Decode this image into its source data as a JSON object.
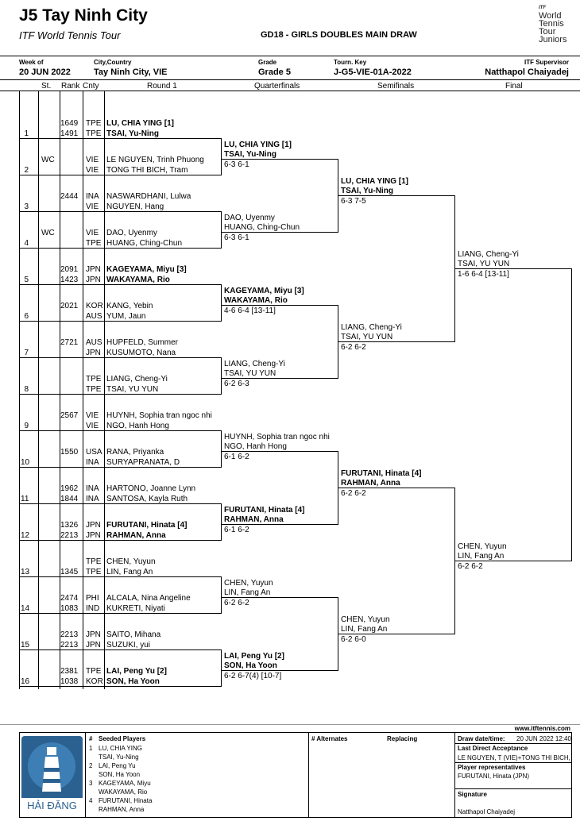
{
  "header": {
    "title": "J5 Tay Ninh City",
    "subtitle": "ITF World Tennis Tour",
    "draw_title": "GD18 - GIRLS DOUBLES MAIN DRAW",
    "logo": {
      "itf": "ITF",
      "line1": "World",
      "line2": "Tennis",
      "line3": "Tour",
      "line4": "Juniors"
    },
    "week_label": "Week of",
    "week": "20 JUN 2022",
    "city_label": "City,Country",
    "city": "Tay Ninh City, VIE",
    "grade_label": "Grade",
    "grade": "Grade 5",
    "key_label": "Tourn. Key",
    "key": "J-G5-VIE-01A-2022",
    "sup_label": "ITF Supervisor",
    "supervisor": "Natthapol Chaiyadej"
  },
  "columns": {
    "st": "St.",
    "rank": "Rank",
    "cnty": "Cnty",
    "r1": "Round 1",
    "qf": "Quarterfinals",
    "sf": "Semifinals",
    "f": "Final"
  },
  "entries": [
    {
      "no": "1",
      "st": "",
      "r1": "1649",
      "c1": "TPE",
      "p1": "LU, CHIA YING [1]",
      "r2": "1491",
      "c2": "TPE",
      "p2": "TSAI, Yu-Ning",
      "bold": true
    },
    {
      "no": "2",
      "st": "WC",
      "r1": "",
      "c1": "VIE",
      "p1": "LE NGUYEN, Trinh Phuong",
      "r2": "",
      "c2": "VIE",
      "p2": "TONG THI BICH, Tram",
      "bold": false
    },
    {
      "no": "3",
      "st": "",
      "r1": "2444",
      "c1": "INA",
      "p1": "NASWARDHANI, Lulwa",
      "r2": "",
      "c2": "VIE",
      "p2": "NGUYEN, Hang",
      "bold": false
    },
    {
      "no": "4",
      "st": "WC",
      "r1": "",
      "c1": "VIE",
      "p1": "DAO, Uyenmy",
      "r2": "",
      "c2": "TPE",
      "p2": "HUANG, Ching-Chun",
      "bold": false
    },
    {
      "no": "5",
      "st": "",
      "r1": "2091",
      "c1": "JPN",
      "p1": "KAGEYAMA, Miyu [3]",
      "r2": "1423",
      "c2": "JPN",
      "p2": "WAKAYAMA, Rio",
      "bold": true
    },
    {
      "no": "6",
      "st": "",
      "r1": "2021",
      "c1": "KOR",
      "p1": "KANG, Yebin",
      "r2": "",
      "c2": "AUS",
      "p2": "YUM, Jaun",
      "bold": false
    },
    {
      "no": "7",
      "st": "",
      "r1": "2721",
      "c1": "AUS",
      "p1": "HUPFELD, Summer",
      "r2": "",
      "c2": "JPN",
      "p2": "KUSUMOTO, Nana",
      "bold": false
    },
    {
      "no": "8",
      "st": "",
      "r1": "",
      "c1": "TPE",
      "p1": "LIANG, Cheng-Yi",
      "r2": "",
      "c2": "TPE",
      "p2": "TSAI, YU YUN",
      "bold": false
    },
    {
      "no": "9",
      "st": "",
      "r1": "2567",
      "c1": "VIE",
      "p1": "HUYNH, Sophia tran ngoc nhi",
      "r2": "",
      "c2": "VIE",
      "p2": "NGO, Hanh Hong",
      "bold": false
    },
    {
      "no": "10",
      "st": "",
      "r1": "1550",
      "c1": "USA",
      "p1": "RANA, Priyanka",
      "r2": "",
      "c2": "INA",
      "p2": "SURYAPRANATA, D",
      "bold": false
    },
    {
      "no": "11",
      "st": "",
      "r1": "1962",
      "c1": "INA",
      "p1": "HARTONO, Joanne Lynn",
      "r2": "1844",
      "c2": "INA",
      "p2": "SANTOSA, Kayla Ruth",
      "bold": false
    },
    {
      "no": "12",
      "st": "",
      "r1": "1326",
      "c1": "JPN",
      "p1": "FURUTANI, Hinata [4]",
      "r2": "2213",
      "c2": "JPN",
      "p2": "RAHMAN, Anna",
      "bold": true
    },
    {
      "no": "13",
      "st": "",
      "r1": "",
      "c1": "TPE",
      "p1": "CHEN, Yuyun",
      "r2": "1345",
      "c2": "TPE",
      "p2": "LIN, Fang An",
      "bold": false
    },
    {
      "no": "14",
      "st": "",
      "r1": "2474",
      "c1": "PHI",
      "p1": "ALCALA, Nina Angeline",
      "r2": "1083",
      "c2": "IND",
      "p2": "KUKRETI, Niyati",
      "bold": false
    },
    {
      "no": "15",
      "st": "",
      "r1": "2213",
      "c1": "JPN",
      "p1": "SAITO, Mihana",
      "r2": "2213",
      "c2": "JPN",
      "p2": "SUZUKI, yui",
      "bold": false
    },
    {
      "no": "16",
      "st": "",
      "r1": "2381",
      "c1": "TPE",
      "p1": "LAI, Peng Yu [2]",
      "r2": "1038",
      "c2": "KOR",
      "p2": "SON, Ha Yoon",
      "bold": true
    }
  ],
  "qf": [
    {
      "p1": "LU, CHIA YING [1]",
      "p2": "TSAI, Yu-Ning",
      "score": "6-3 6-1",
      "bold": true
    },
    {
      "p1": "DAO, Uyenmy",
      "p2": "HUANG, Ching-Chun",
      "score": "6-3 6-1",
      "bold": false
    },
    {
      "p1": "KAGEYAMA, Miyu [3]",
      "p2": "WAKAYAMA, Rio",
      "score": "4-6 6-4 [13-11]",
      "bold": true
    },
    {
      "p1": "LIANG, Cheng-Yi",
      "p2": "TSAI, YU YUN",
      "score": "6-2 6-3",
      "bold": false
    },
    {
      "p1": "HUYNH, Sophia tran ngoc nhi",
      "p2": "NGO, Hanh Hong",
      "score": "6-1 6-2",
      "bold": false
    },
    {
      "p1": "FURUTANI, Hinata [4]",
      "p2": "RAHMAN, Anna",
      "score": "6-1 6-2",
      "bold": true
    },
    {
      "p1": "CHEN, Yuyun",
      "p2": "LIN, Fang An",
      "score": "6-2 6-2",
      "bold": false
    },
    {
      "p1": "LAI, Peng Yu [2]",
      "p2": "SON, Ha Yoon",
      "score": "6-2 6-7(4) [10-7]",
      "bold": true
    }
  ],
  "sf": [
    {
      "p1": "LU, CHIA YING [1]",
      "p2": "TSAI, Yu-Ning",
      "score": "6-3 7-5",
      "bold": true
    },
    {
      "p1": "LIANG, Cheng-Yi",
      "p2": "TSAI, YU YUN",
      "score": "6-2 6-2",
      "bold": false
    },
    {
      "p1": "FURUTANI, Hinata [4]",
      "p2": "RAHMAN, Anna",
      "score": "6-2 6-2",
      "bold": true
    },
    {
      "p1": "CHEN, Yuyun",
      "p2": "LIN, Fang An",
      "score": "6-2 6-0",
      "bold": false
    }
  ],
  "final": [
    {
      "p1": "LIANG, Cheng-Yi",
      "p2": "TSAI, YU YUN",
      "score": "1-6 6-4 [13-11]"
    },
    {
      "p1": "CHEN, Yuyun",
      "p2": "LIN, Fang An",
      "score": "6-2 6-2"
    }
  ],
  "footer": {
    "website": "www.itftennis.com",
    "seeded_title": "Seeded Players",
    "hash": "#",
    "seeds": [
      {
        "n": "1",
        "a": "LU, CHIA YING",
        "b": "TSAI, Yu-Ning"
      },
      {
        "n": "2",
        "a": "LAI, Peng Yu",
        "b": "SON, Ha Yoon"
      },
      {
        "n": "3",
        "a": "KAGEYAMA, Miyu",
        "b": "WAKAYAMA, Rio"
      },
      {
        "n": "4",
        "a": "FURUTANI, Hinata",
        "b": "RAHMAN, Anna"
      }
    ],
    "alternates": "# Alternates",
    "replacing": "Replacing",
    "draw_date_label": "Draw date/time:",
    "draw_date": "20 JUN 2022 12:40",
    "lda_label": "Last Direct Acceptance",
    "lda": "LE NGUYEN, T (VIE)+TONG THI BICH, T",
    "rep_label": "Player representatives",
    "rep": "FURUTANI, Hinata (JPN)",
    "sig_label": "Signature",
    "sig": "Natthapol Chaiyadej",
    "logo_text": "HẢI ĐĂNG"
  }
}
